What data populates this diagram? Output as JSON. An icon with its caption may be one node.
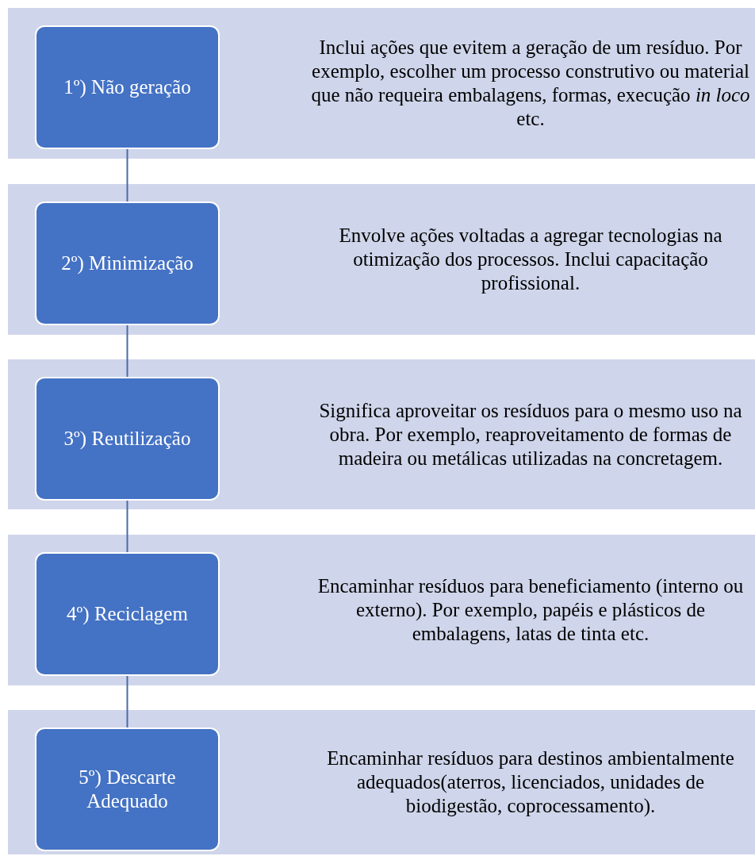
{
  "diagram": {
    "nodes": [
      {
        "text": [
          "Inclui ações que evitem a geração de um resíduo. Por exemplo, escolher um processo construtivo ou material que não requeira embalagens, formas, execução *in loco* etc."
        ]
      },
      {
        "text": [
          "1º) Não geração"
        ],
        "in": 0
      },
      {
        "text": [
          "Envolve ações voltadas a agregar tecnologias na otimização dos processos. Inclui capacitação profissional."
        ]
      },
      {
        "text": [
          "2º) Minimização"
        ],
        "in": 2
      },
      {
        "text": [
          "Significa aproveitar os resíduos para o mesmo uso na obra. Por exemplo, reaproveitamento de formas de madeira ou metálicas utilizadas na concretagem."
        ]
      },
      {
        "text": [
          "3º) Reutilização"
        ],
        "in": 4
      },
      {
        "text": [
          "Encaminhar resíduos para beneficiamento (interno ou externo). Por exemplo, papéis e plásticos de embalagens, latas de tinta etc."
        ]
      },
      {
        "text": [
          "4º) Reciclagem"
        ],
        "in": 6
      },
      {
        "text": [
          "Encaminhar resíduos para destinos ambientalmente adequados(aterros, licenciados, unidades de biodigestão, coprocessamento)."
        ]
      },
      {
        "text": [
          "5º) Descarte Adequado"
        ],
        "in": 8
      }
    ],
    "edges": [
      {
        "from": 1,
        "to": 3,
        "arrow": "none"
      },
      {
        "from": 3,
        "to": 5,
        "arrow": "none"
      },
      {
        "from": 5,
        "to": 7,
        "arrow": "none"
      },
      {
        "from": 7,
        "to": 9,
        "arrow": "none"
      }
    ]
  }
}
